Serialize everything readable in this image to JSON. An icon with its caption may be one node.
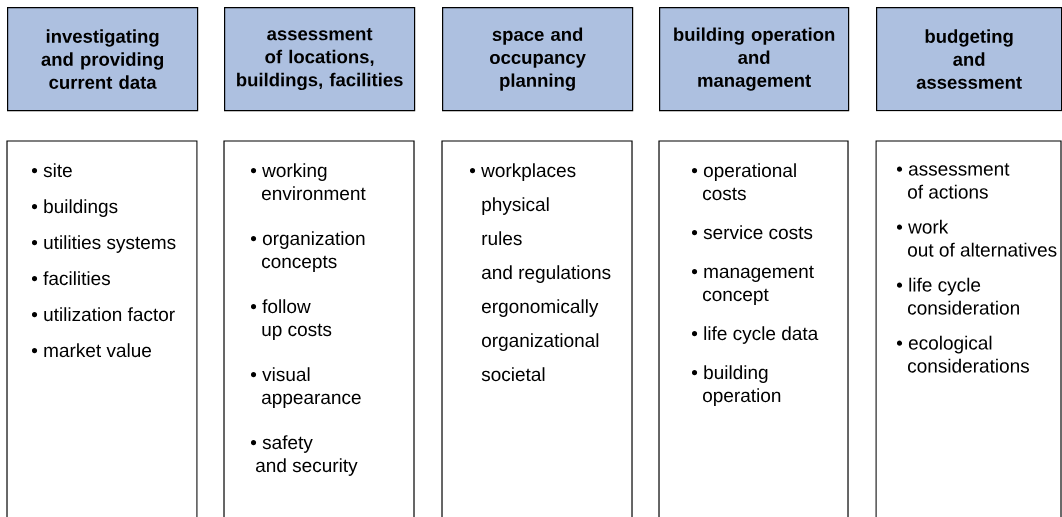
{
  "diagram": {
    "nodes": [
      {
        "text": [
          "investigating and providing current data"
        ]
      },
      {
        "text": [
          "assessment of locations, buildings, facilities"
        ]
      },
      {
        "text": [
          "space and occupancy planning"
        ]
      },
      {
        "text": [
          "building operation and management"
        ]
      },
      {
        "text": [
          "budgeting and assessment"
        ]
      },
      {
        "text": [
          "• site",
          "• buildings",
          "• utilities systems",
          "• facilities",
          "• utilization factor",
          "• market value"
        ]
      },
      {
        "text": [
          "• working environment",
          "• organization concepts",
          "• follow up costs",
          "• visual appearance",
          "• safety and security"
        ]
      },
      {
        "text": [
          "• workplaces",
          "physical",
          "rules and regulations",
          "ergonomically",
          "organizational",
          "societal"
        ]
      },
      {
        "text": [
          "• operational costs",
          "• service costs",
          "• management concept",
          "• life cycle data",
          "• building operation"
        ]
      },
      {
        "text": [
          "• assessment of actions",
          "• work out of alternatives",
          "• life cycle consideration",
          "• ecological considerations"
        ]
      }
    ]
  }
}
